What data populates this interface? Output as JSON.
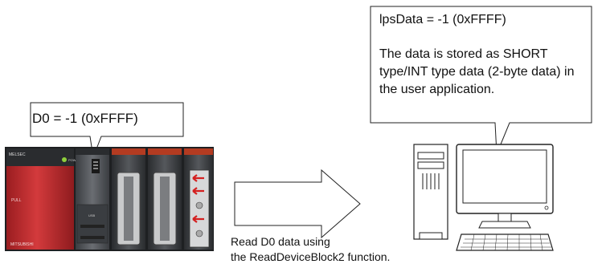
{
  "plc_callout": {
    "text": "D0 = -1 (0xFFFF)"
  },
  "pc_callout": {
    "title": "lpsData = -1 (0xFFFF)",
    "body": "The data is stored as SHORT type/INT type data (2-byte data) in the user application."
  },
  "plc": {
    "brand_top": "MELSEC",
    "brand_bottom": "MITSUBISHI",
    "status_label": "POWER",
    "switch_label": "PULL",
    "port_label": "USB"
  },
  "arrow_caption": {
    "line1": "Read D0 data using",
    "line2": "the ReadDeviceBlock2 function."
  },
  "colors": {
    "plc_red": "#c0282c",
    "plc_gray": "#4a4d52",
    "module_dark": "#2e3033",
    "led_green": "#8fcf3c",
    "outline": "#222222"
  },
  "icons": [
    "plc-unit",
    "desktop-computer-icon",
    "block-arrow-right"
  ]
}
